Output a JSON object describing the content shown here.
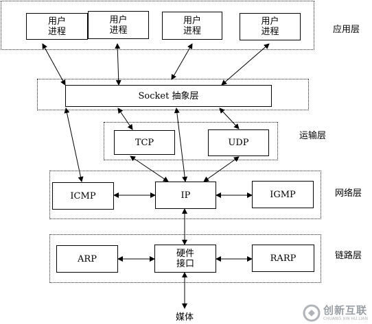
{
  "layers": {
    "application": "应用层",
    "transport": "运输层",
    "network": "网络层",
    "link": "链路层"
  },
  "boxes": {
    "user_process_1": "用户\n进程",
    "user_process_2": "用户\n进程",
    "user_process_3": "用户\n进程",
    "user_process_4": "用户\n进程",
    "socket": "Socket 抽象层",
    "tcp": "TCP",
    "udp": "UDP",
    "icmp": "ICMP",
    "ip": "IP",
    "igmp": "IGMP",
    "arp": "ARP",
    "hw_interface": "硬件\n接口",
    "rarp": "RARP"
  },
  "media": "媒体",
  "watermark": {
    "main": "创新互联",
    "sub": "CHUANG XIN HU LIAN"
  },
  "colors": {
    "line": "#000000",
    "watermark": "#9aa0a6"
  }
}
